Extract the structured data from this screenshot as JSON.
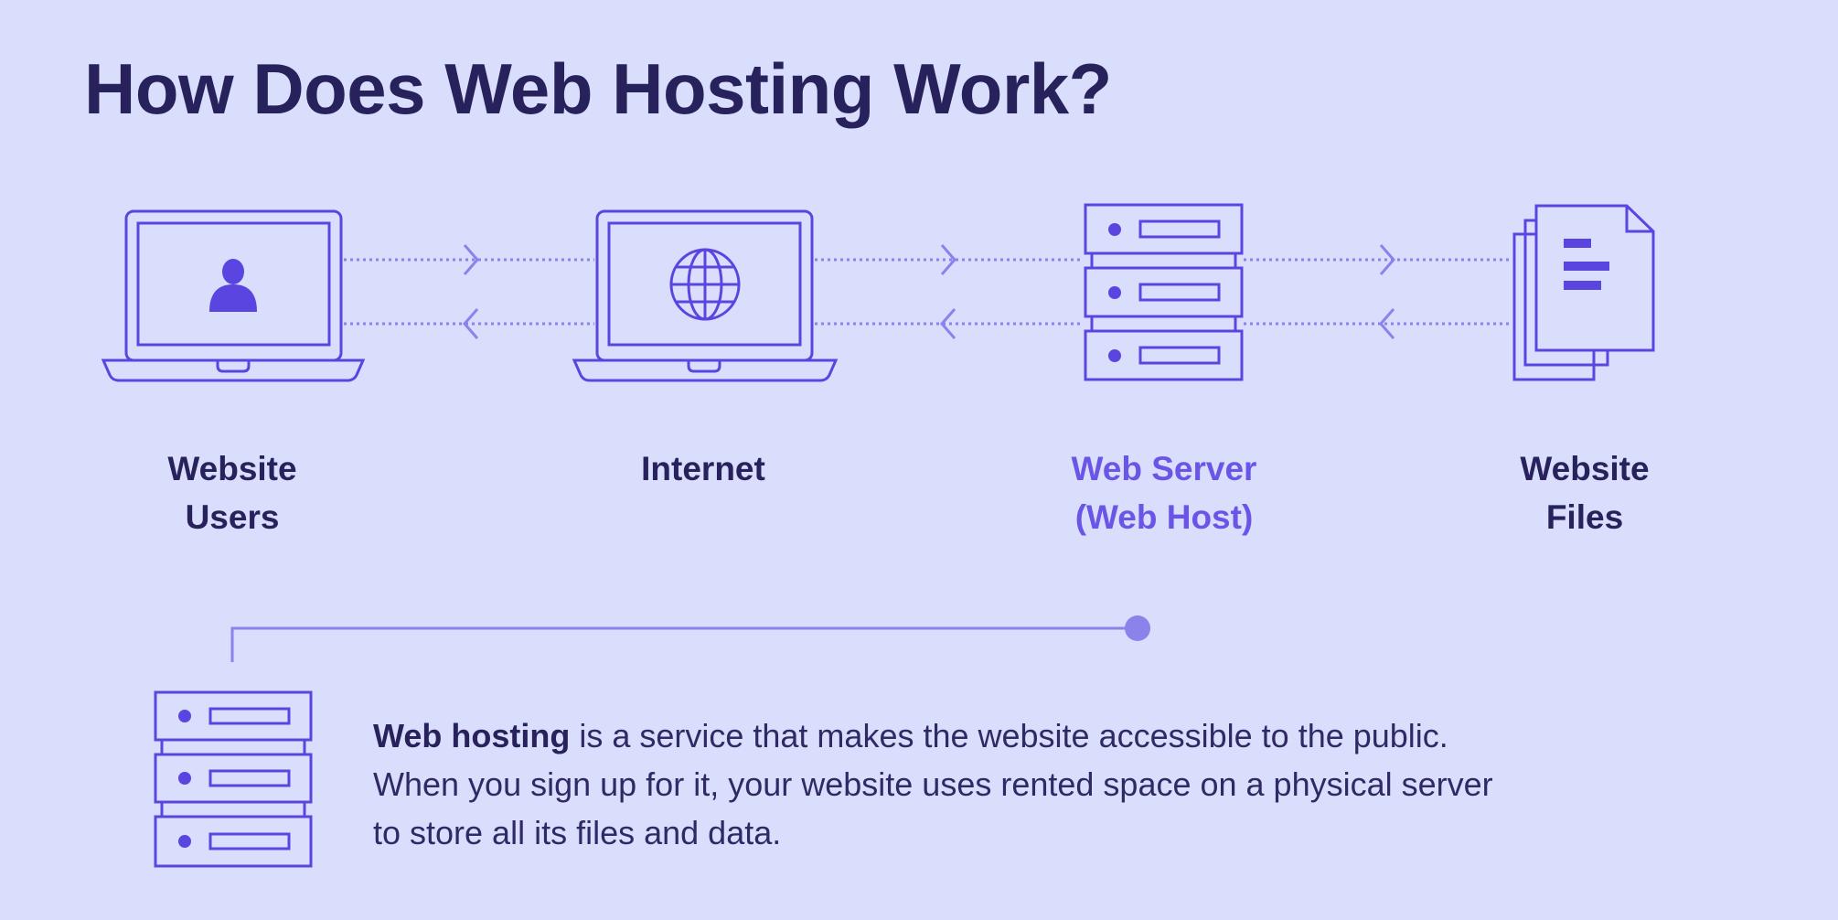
{
  "title": "How Does Web Hosting Work?",
  "nodes": [
    {
      "line1": "Website",
      "line2": "Users",
      "icon": "laptop-user-icon"
    },
    {
      "line1": "Internet",
      "line2": "",
      "icon": "laptop-globe-icon"
    },
    {
      "line1": "Web Server",
      "line2": "(Web Host)",
      "icon": "server-icon"
    },
    {
      "line1": "Website",
      "line2": "Files",
      "icon": "files-icon"
    }
  ],
  "description": {
    "bold": "Web hosting",
    "line1_rest": " is a service that makes the website accessible to the public.",
    "line2": "When you sign up for it, your website uses rented space on a physical server",
    "line3": "to store all its files and data."
  },
  "colors": {
    "background": "#d8defb",
    "text": "#27215c",
    "accent": "#6a55e6",
    "icon": "#5b45e0",
    "connector": "#8c82ec"
  }
}
